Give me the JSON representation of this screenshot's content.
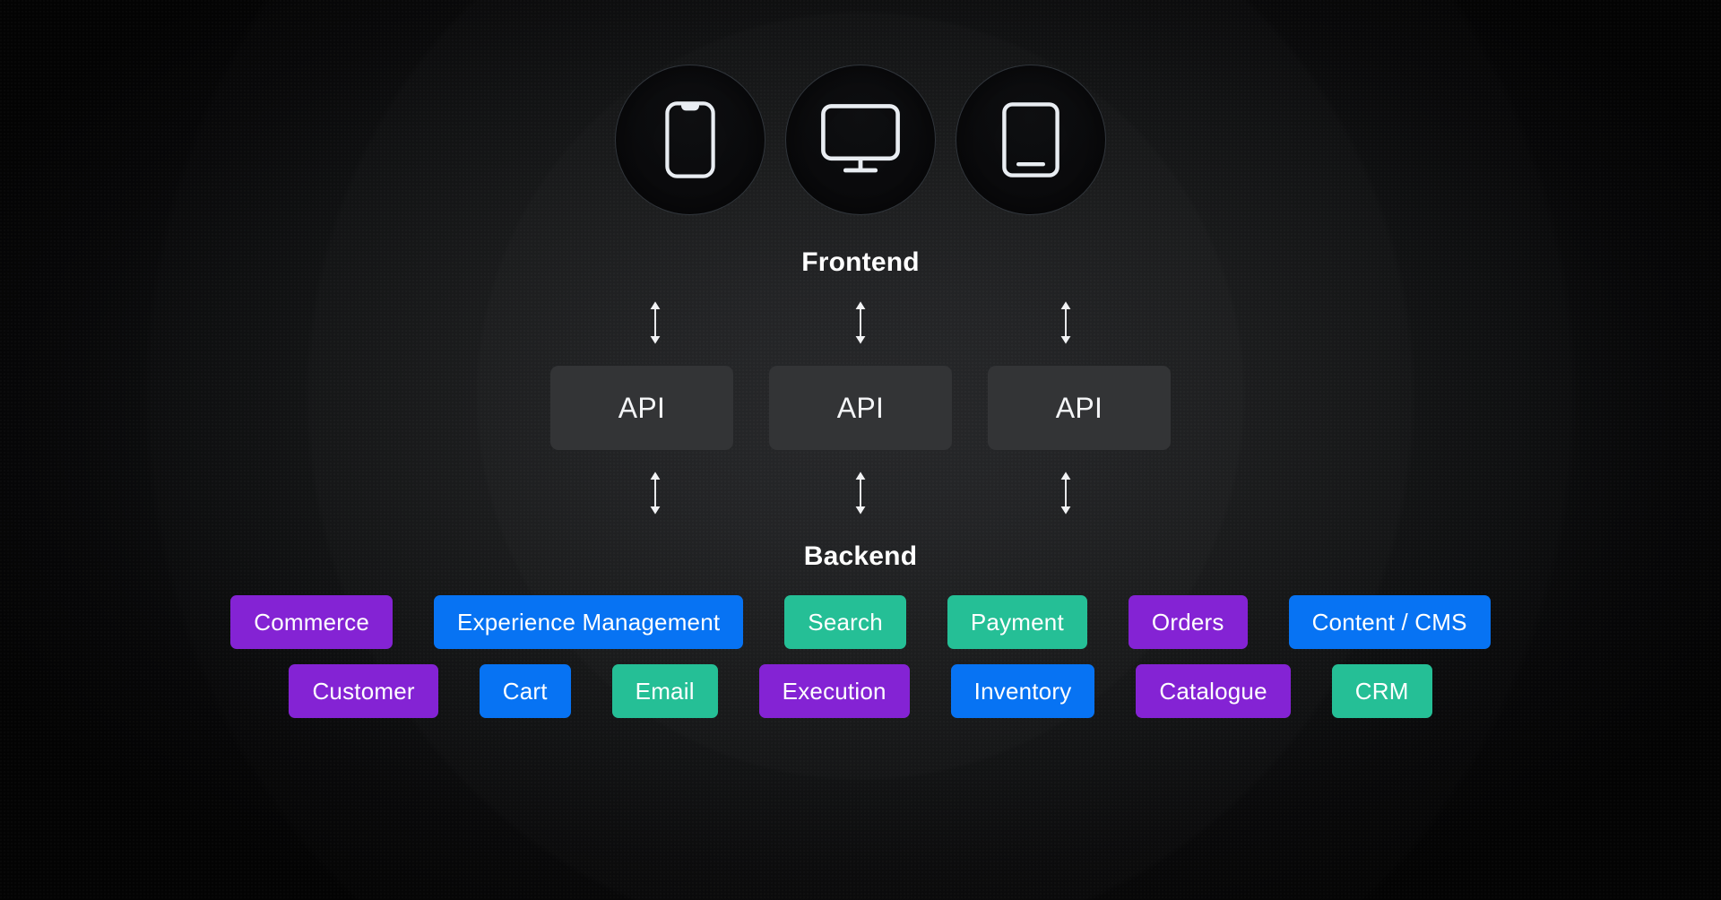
{
  "background": {
    "base_color": "#050505",
    "center_color": "#202123"
  },
  "frontend": {
    "title": "Frontend",
    "devices": [
      {
        "icon": "mobile-phone-icon",
        "label": "Mobile"
      },
      {
        "icon": "desktop-monitor-icon",
        "label": "Desktop"
      },
      {
        "icon": "tablet-icon",
        "label": "Tablet"
      }
    ]
  },
  "connectors": {
    "top": [
      {
        "icon": "up-down-arrow-icon"
      },
      {
        "icon": "up-down-arrow-icon"
      },
      {
        "icon": "up-down-arrow-icon"
      }
    ],
    "bottom": [
      {
        "icon": "up-down-arrow-icon"
      },
      {
        "icon": "up-down-arrow-icon"
      },
      {
        "icon": "up-down-arrow-icon"
      }
    ]
  },
  "api_layer": {
    "boxes": [
      {
        "label": "API"
      },
      {
        "label": "API"
      },
      {
        "label": "API"
      }
    ],
    "box_color": "#333436"
  },
  "backend": {
    "title": "Backend",
    "colors": {
      "purple": "#8423d4",
      "blue": "#0773f3",
      "teal": "#25bf96"
    },
    "rows": [
      [
        {
          "label": "Commerce",
          "color": "purple"
        },
        {
          "label": "Experience Management",
          "color": "blue"
        },
        {
          "label": "Search",
          "color": "teal"
        },
        {
          "label": "Payment",
          "color": "teal"
        },
        {
          "label": "Orders",
          "color": "purple"
        },
        {
          "label": "Content / CMS",
          "color": "blue"
        }
      ],
      [
        {
          "label": "Customer",
          "color": "purple"
        },
        {
          "label": "Cart",
          "color": "blue"
        },
        {
          "label": "Email",
          "color": "teal"
        },
        {
          "label": "Execution",
          "color": "purple"
        },
        {
          "label": "Inventory",
          "color": "blue"
        },
        {
          "label": "Catalogue",
          "color": "purple"
        },
        {
          "label": "CRM",
          "color": "teal"
        }
      ]
    ]
  }
}
